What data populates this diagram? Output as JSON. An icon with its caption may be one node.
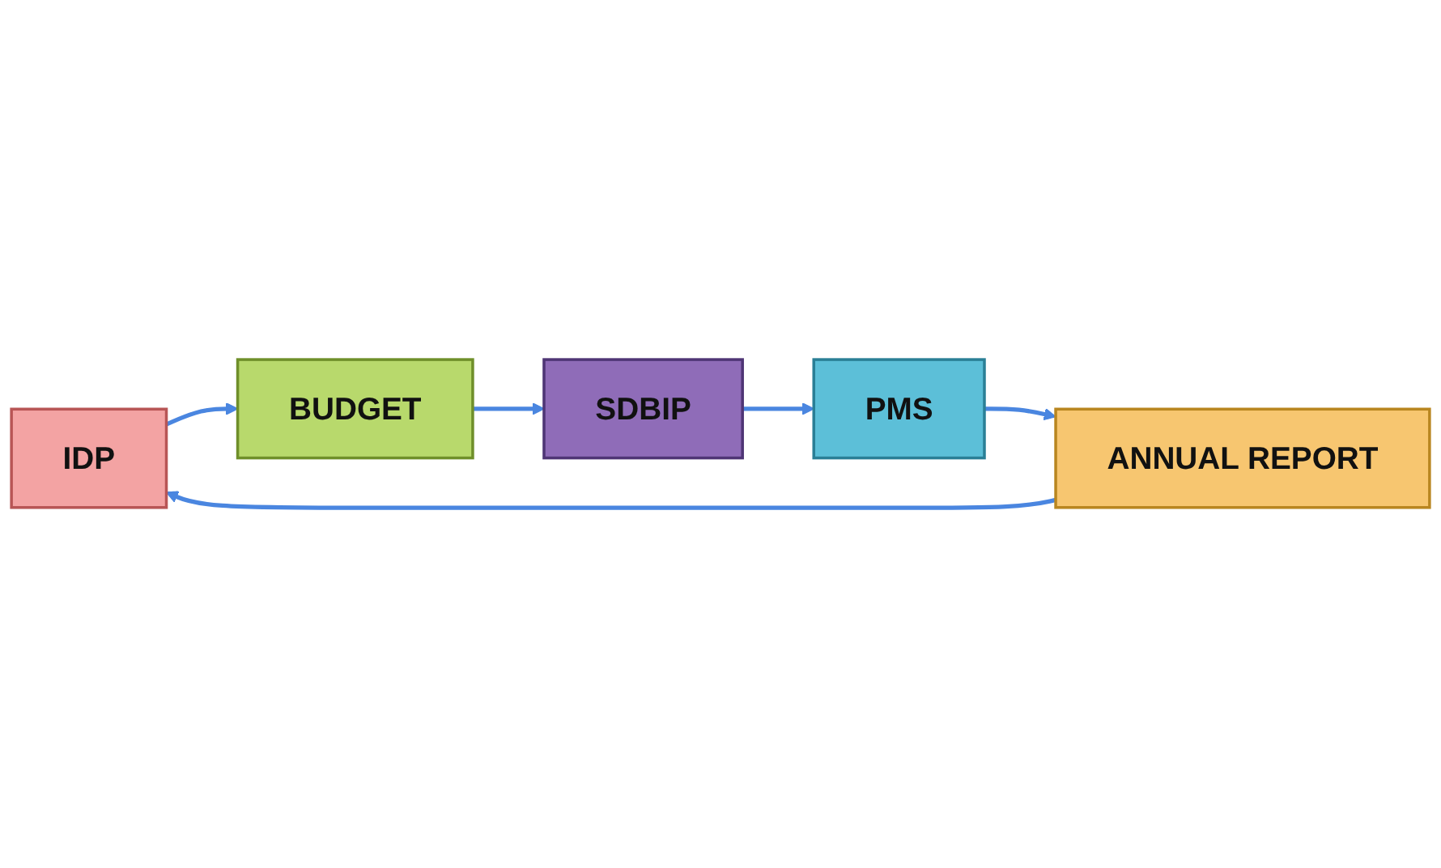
{
  "diagram": {
    "nodes": [
      {
        "text": [
          "IDP"
        ]
      },
      {
        "text": [
          "BUDGET"
        ]
      },
      {
        "text": [
          "SDBIP"
        ]
      },
      {
        "text": [
          "PMS"
        ]
      },
      {
        "text": [
          "ANNUAL REPORT"
        ]
      }
    ],
    "edges": [
      {
        "from": 0,
        "to": 1,
        "arrow": "to"
      },
      {
        "from": 1,
        "to": 2,
        "arrow": "to"
      },
      {
        "from": 2,
        "to": 3,
        "arrow": "to"
      },
      {
        "from": 3,
        "to": 4,
        "arrow": "to"
      },
      {
        "from": 4,
        "to": 0,
        "arrow": "to"
      }
    ]
  }
}
